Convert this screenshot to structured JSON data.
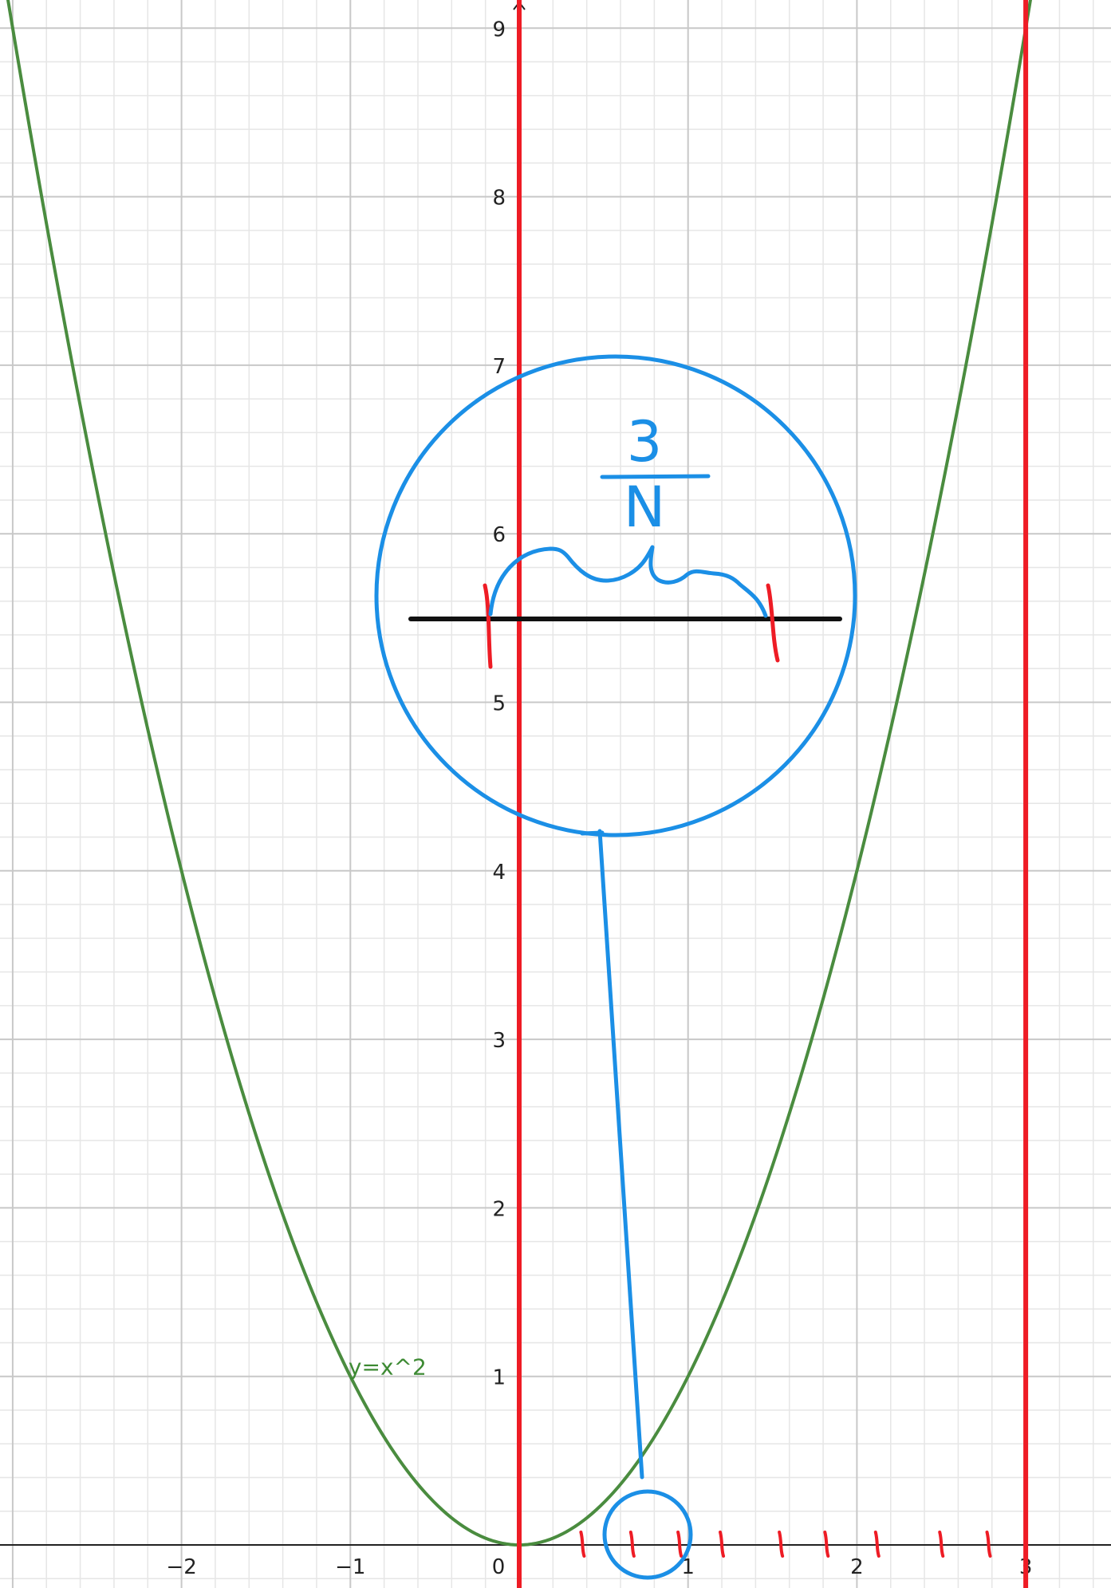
{
  "chart_data": {
    "type": "line",
    "title": "",
    "xlabel": "",
    "ylabel": "",
    "xlim": [
      -3.05,
      3.5
    ],
    "ylim": [
      -0.25,
      9.15
    ],
    "grid": true,
    "x_ticks": [
      -2,
      -1,
      0,
      1,
      2,
      3
    ],
    "x_tick_labels": [
      "−2",
      "−1",
      "0",
      "1",
      "2",
      "3"
    ],
    "y_ticks": [
      1,
      2,
      3,
      4,
      5,
      6,
      7,
      8,
      9
    ],
    "y_tick_labels": [
      "1",
      "2",
      "3",
      "4",
      "5",
      "6",
      "7",
      "8",
      "9"
    ],
    "series": [
      {
        "name": "y=x^2",
        "function": "x^2",
        "x_range": [
          -3.05,
          3.05
        ],
        "color": "#4a8c3f"
      }
    ],
    "vertical_lines": [
      {
        "x": 0,
        "color": "#ee1c25"
      },
      {
        "x": 3,
        "color": "#ee1c25"
      }
    ],
    "partition_marks_x": [
      0.375,
      0.67,
      0.95,
      1.2,
      1.55,
      1.82,
      2.12,
      2.5,
      2.78
    ],
    "annotations": {
      "fraction_numerator": "3",
      "fraction_denominator": "N",
      "annotation_color": "#1b8fe6",
      "partition_color": "#ee1c25"
    }
  }
}
